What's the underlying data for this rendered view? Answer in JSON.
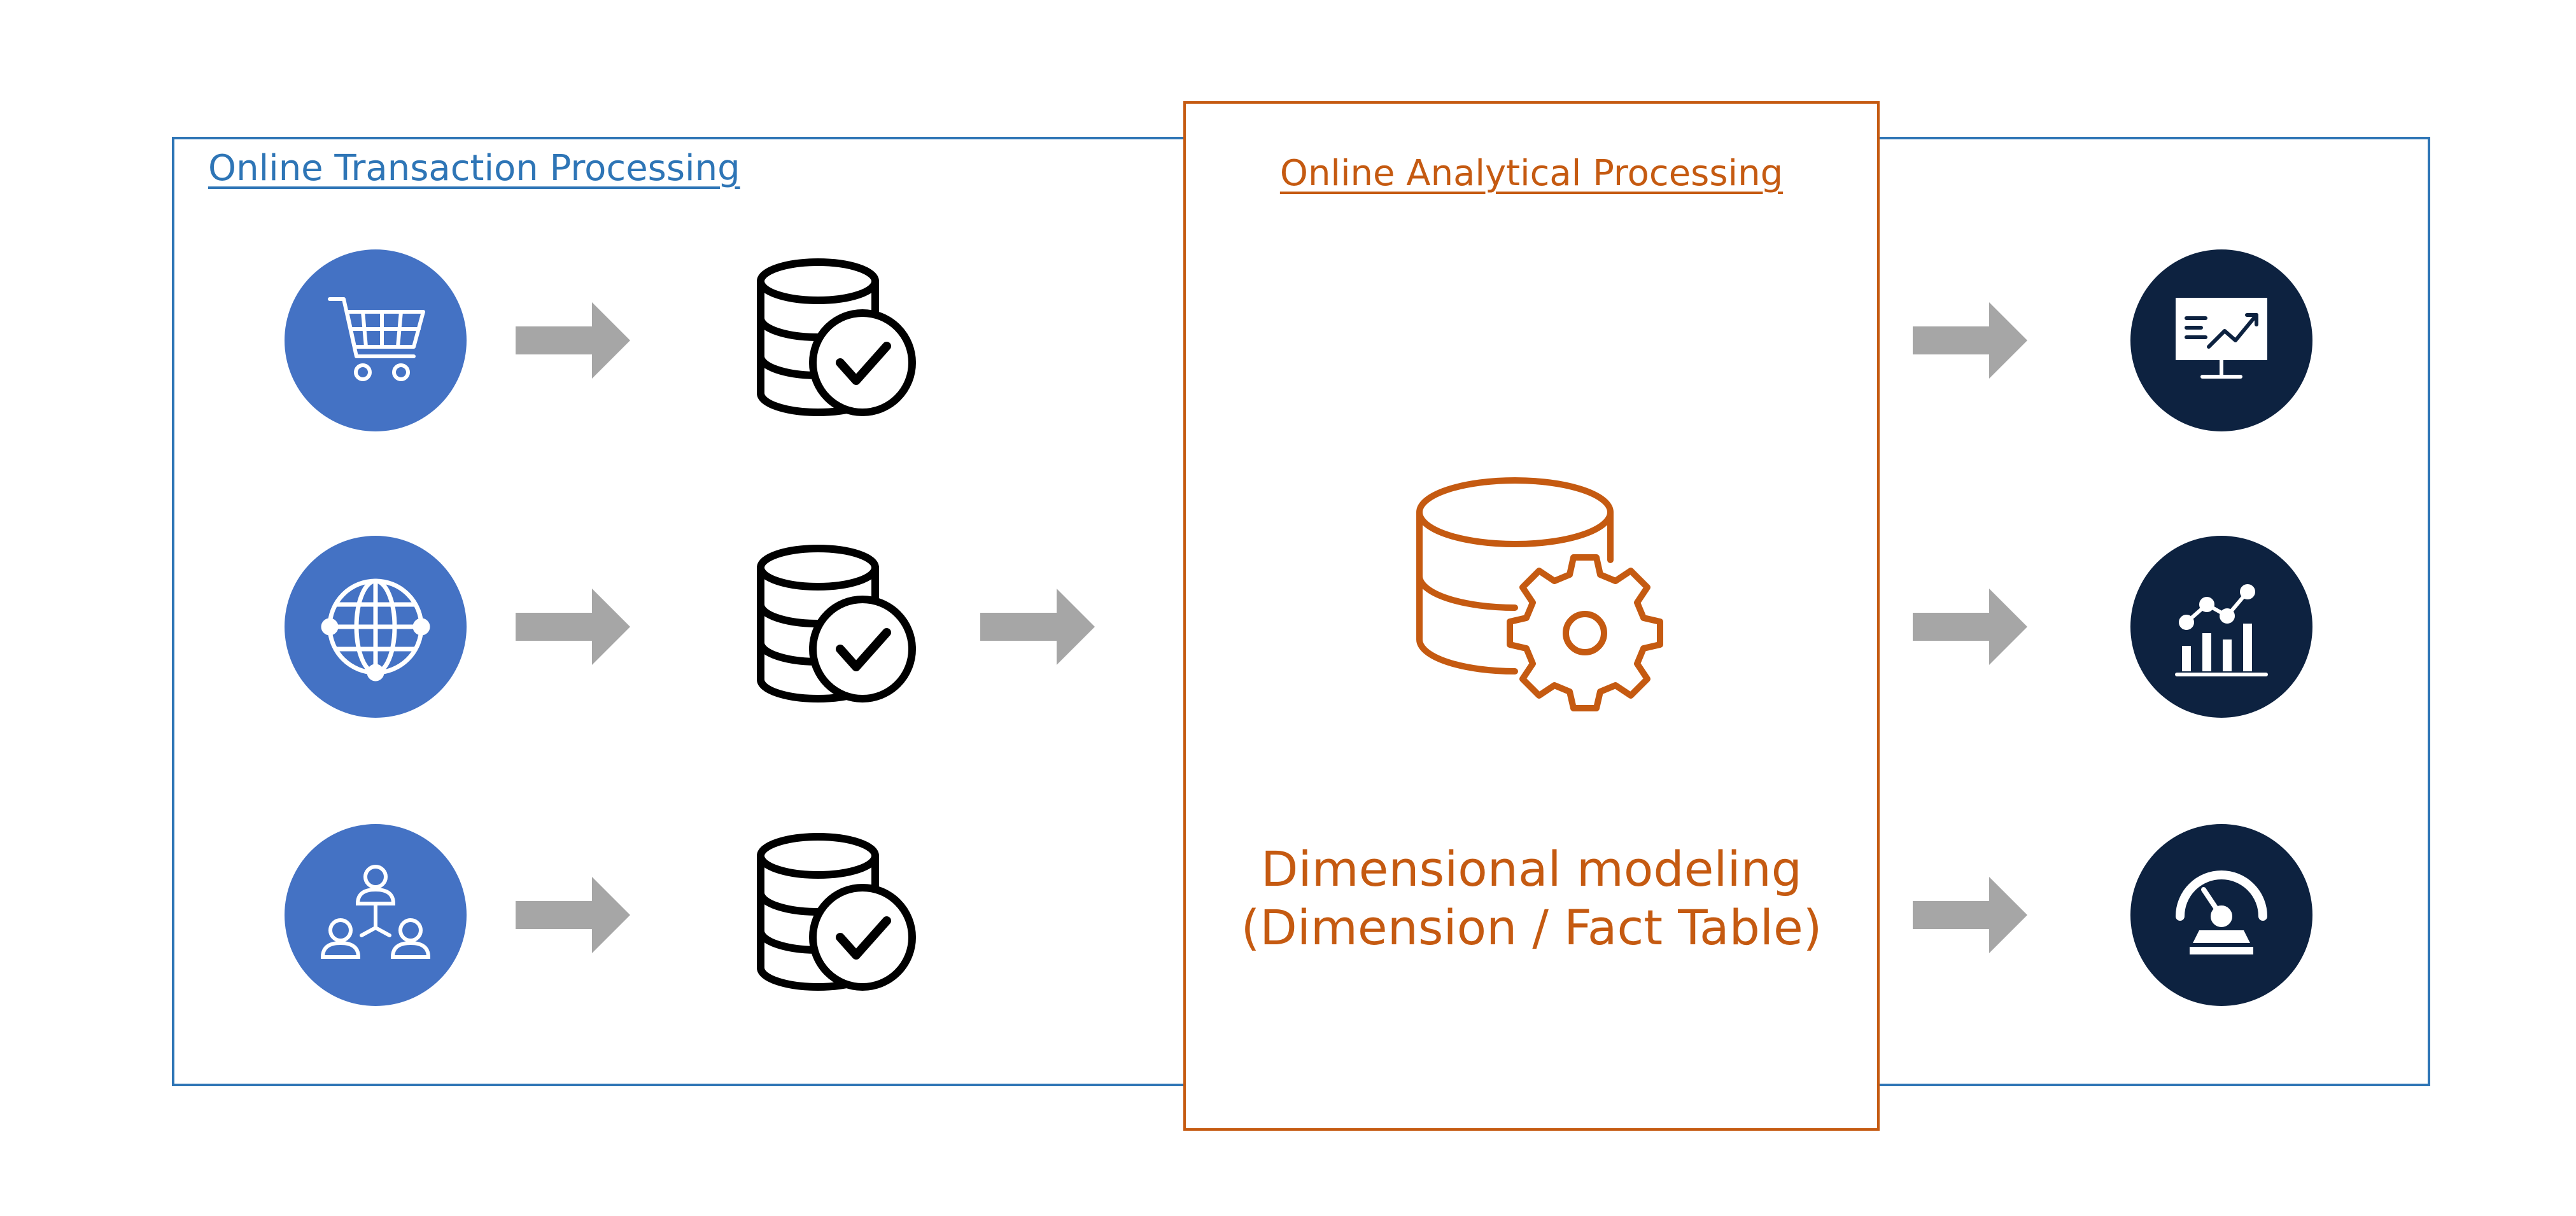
{
  "oltp": {
    "title": "Online Transaction Processing",
    "sources": [
      {
        "icon": "shopping-cart-icon"
      },
      {
        "icon": "globe-icon"
      },
      {
        "icon": "people-network-icon"
      }
    ],
    "database_icon": "database-check-icon"
  },
  "olap": {
    "title": "Online Analytical Processing",
    "icon": "database-gear-icon",
    "model_line1": "Dimensional modeling",
    "model_line2": "(Dimension / Fact Table)"
  },
  "outputs": [
    {
      "icon": "monitor-trend-chart-icon"
    },
    {
      "icon": "bar-line-chart-icon"
    },
    {
      "icon": "speedometer-gauge-icon"
    }
  ],
  "colors": {
    "oltp_border": "#2E75B6",
    "olap_accent": "#C55A11",
    "source_circle": "#4472C4",
    "output_circle": "#0D2240",
    "arrow": "#A6A6A6"
  }
}
